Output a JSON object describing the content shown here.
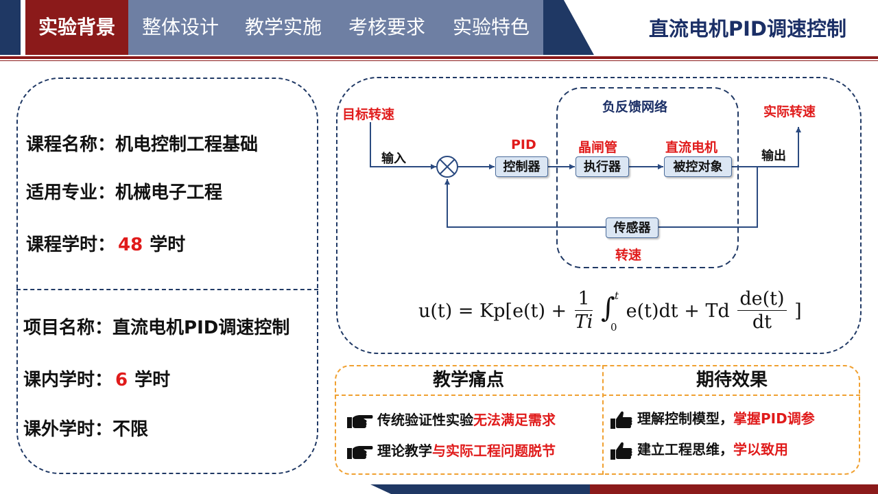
{
  "nav": {
    "tabs": [
      {
        "label": "实验背景",
        "active": true
      },
      {
        "label": "整体设计",
        "active": false
      },
      {
        "label": "教学实施",
        "active": false
      },
      {
        "label": "考核要求",
        "active": false
      },
      {
        "label": "实验特色",
        "active": false
      }
    ],
    "title": "直流电机PID调速控制"
  },
  "course": {
    "name_label": "课程名称：",
    "name_value": "机电控制工程基础",
    "major_label": "适用专业：",
    "major_value": "机械电子工程",
    "hours_label": "课程学时：",
    "hours_value": "48",
    "hours_unit": "学时"
  },
  "project": {
    "name_label": "项目名称：",
    "name_value": "直流电机PID调速控制",
    "in_hours_label": "课内学时：",
    "in_hours_value": "6",
    "in_hours_unit": "学时",
    "out_hours_label": "课外学时：",
    "out_hours_value": "不限"
  },
  "diagram": {
    "target_speed": "目标转速",
    "input": "输入",
    "feedback_network": "负反馈网络",
    "actual_speed": "实际转速",
    "output": "输出",
    "pid": "PID",
    "controller": "控制器",
    "thyristor": "晶闸管",
    "actuator": "执行器",
    "dc_motor": "直流电机",
    "plant": "被控对象",
    "sensor": "传感器",
    "speed": "转速"
  },
  "formula": {
    "lhs": "u(t) = Kp[e(t) +",
    "num": "1",
    "den": "Ti",
    "int_upper": "t",
    "int_lower": "0",
    "integrand": "e(t)dt + Td",
    "dnum": "de(t)",
    "dden": "dt",
    "close": "]"
  },
  "table": {
    "pain_header": "教学痛点",
    "effect_header": "期待效果",
    "pain_rows": [
      {
        "normal": "传统验证性实验",
        "highlight": "无法满足需求"
      },
      {
        "normal": "理论教学",
        "highlight": "与实际工程问题脱节"
      }
    ],
    "effect_rows": [
      {
        "normal": "理解控制模型，",
        "highlight": "掌握PID调参"
      },
      {
        "normal": "建立工程思维，",
        "highlight": "学以致用"
      }
    ]
  },
  "colors": {
    "active_tab": "#8b1a1a",
    "nav_tab": "#6e7fa3",
    "navy": "#1f3864",
    "red_text": "#e01b1b",
    "orange_dash": "#f0a030"
  }
}
